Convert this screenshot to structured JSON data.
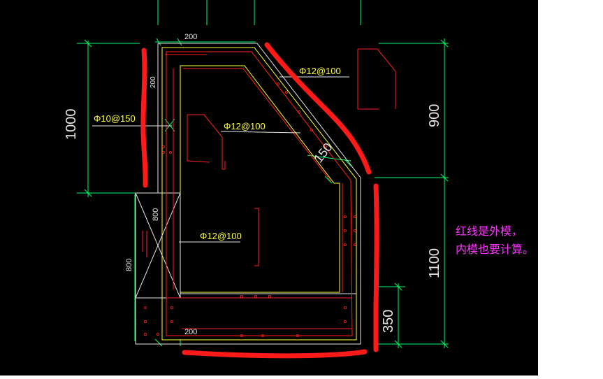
{
  "colors": {
    "background": "#000000",
    "dimension_green": "#00ff66",
    "wall_yellow": "#ffff33",
    "rebar_red": "#ff2020",
    "markup_red": "#ff1a1a",
    "label_white": "#e6e6e6",
    "note_magenta": "#ff33ff"
  },
  "dimensions": {
    "top_200": "200",
    "side_200": "200",
    "left_1000": "1000",
    "right_900": "900",
    "diag_150": "150",
    "right_1100": "1100",
    "right_350": "350",
    "col_800_v": "800",
    "col_800_h": "800",
    "bottom_200": "200"
  },
  "rebar_labels": {
    "diag": "Φ12@100",
    "inner": "Φ12@100",
    "left_stirrup": "Φ10@150",
    "mid": "Φ12@100"
  },
  "annotation": {
    "line1": "红线是外模，",
    "line2": "内模也要计算。"
  }
}
